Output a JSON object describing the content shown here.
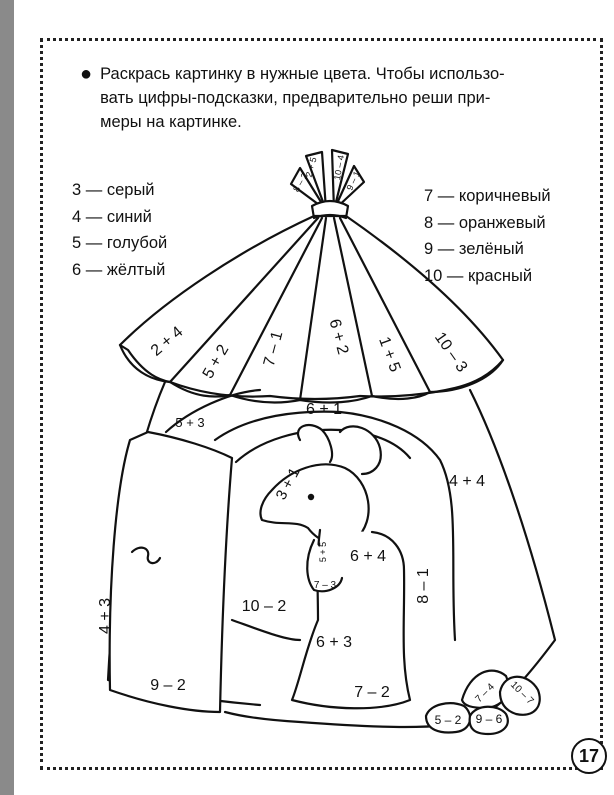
{
  "instruction": {
    "line1": "Раскрась картинку в нужные цвета. Чтобы использо-",
    "line2": "вать цифры-подсказки, предварительно реши при-",
    "line3": "меры на картинке."
  },
  "legend_left": [
    "3 — серый",
    "4 — синий",
    "5 — голубой",
    "6 — жёлтый"
  ],
  "legend_right": [
    "7 — коричневый",
    "8 — оранжевый",
    "9 — зелёный",
    "10 — красный"
  ],
  "drawing": {
    "flag1": "2 + 5",
    "flag2": "8 – 2",
    "flag3": "10 – 4",
    "flag4": "9 – 1",
    "stripe1": "2 + 4",
    "stripe2": "5 + 2",
    "stripe3": "7 – 1",
    "stripe4": "6 + 2",
    "stripe5": "1 + 5",
    "stripe6": "10 – 3",
    "arch_left": "5 + 3",
    "arch_top": "6 + 1",
    "tent_right": "4 + 4",
    "mouse_head": "3 + 1",
    "mouse_body": "6 + 4",
    "mouse_arm": "5 + 5",
    "mouse_paw": "7 – 3",
    "arch_right": "8 – 1",
    "door_side": "4 + 3",
    "door_bottom": "9 – 2",
    "interior": "10 – 2",
    "mouse_lower": "6 + 3",
    "floor": "7 – 2",
    "stone1": "5 – 2",
    "stone2": "9 – 6",
    "stone3": "7 – 4",
    "stone4": "10 – 7"
  },
  "page_number": "17"
}
